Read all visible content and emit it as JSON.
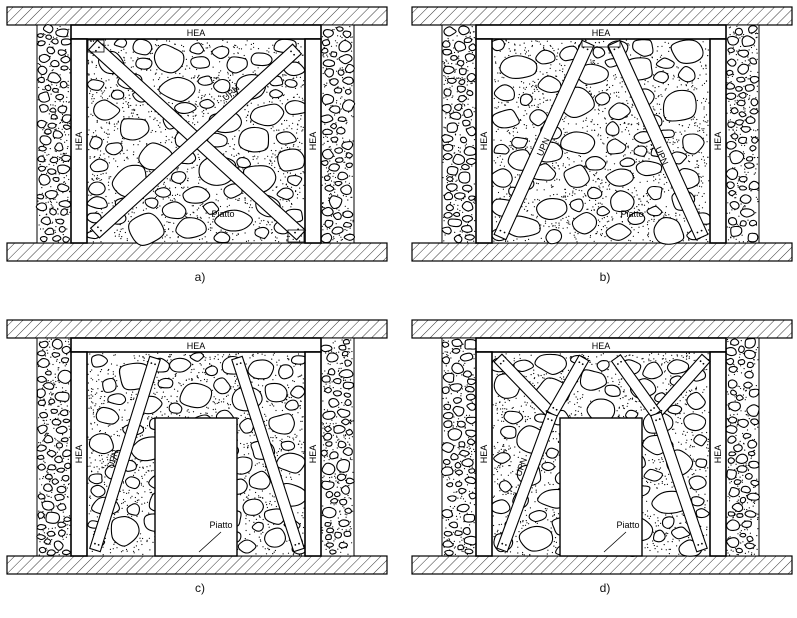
{
  "labels": {
    "beam": "HEA",
    "column": "HEA",
    "upn": "UPN",
    "plate": "Piatto"
  },
  "panels": [
    {
      "id": "a",
      "caption": "a)",
      "variant": "cross",
      "opening": false
    },
    {
      "id": "b",
      "caption": "b)",
      "variant": "inverted-v",
      "opening": false
    },
    {
      "id": "c",
      "caption": "c)",
      "variant": "diagonals-with-opening",
      "opening": true
    },
    {
      "id": "d",
      "caption": "d)",
      "variant": "y-braces-with-opening",
      "opening": true
    }
  ],
  "colors": {
    "line": "#000000",
    "stone_fill": "#ffffff",
    "background": "#ffffff"
  }
}
